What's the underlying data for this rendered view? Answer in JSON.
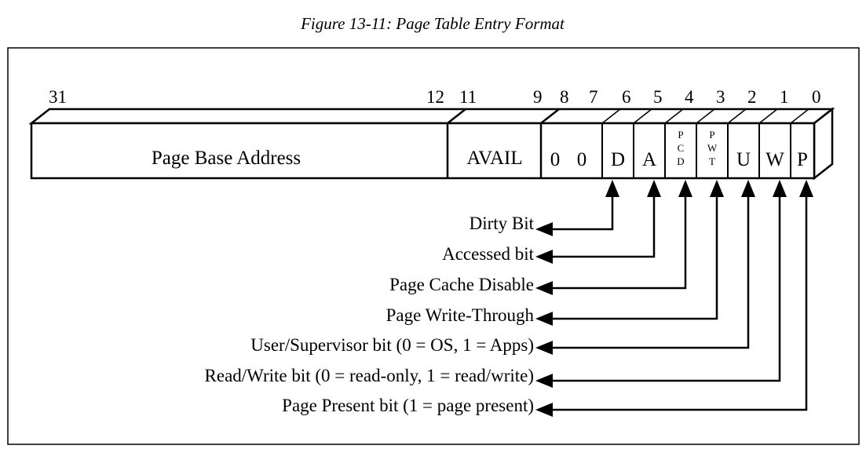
{
  "figure": {
    "caption": "Figure 13-11: Page Table Entry Format"
  },
  "bit_numbers": {
    "b31": "31",
    "b12": "12",
    "b11": "11",
    "b9": "9",
    "b8": "8",
    "b7": "7",
    "b6": "6",
    "b5": "5",
    "b4": "4",
    "b3": "3",
    "b2": "2",
    "b1": "1",
    "b0": "0"
  },
  "fields": {
    "page_base_address": "Page Base Address",
    "avail": "AVAIL",
    "bit8_value": "0",
    "bit7_value": "0",
    "dirty": "D",
    "accessed": "A",
    "pcd": [
      "P",
      "C",
      "D"
    ],
    "pwt": [
      "P",
      "W",
      "T"
    ],
    "user": "U",
    "write": "W",
    "present": "P"
  },
  "descriptions": {
    "dirty": "Dirty Bit",
    "accessed": "Accessed bit",
    "pcd": "Page Cache Disable",
    "pwt": "Page Write-Through",
    "us": "User/Supervisor bit (0 = OS, 1 = Apps)",
    "rw": "Read/Write bit (0 = read-only, 1 = read/write)",
    "present": "Page Present bit (1 = page present)"
  }
}
